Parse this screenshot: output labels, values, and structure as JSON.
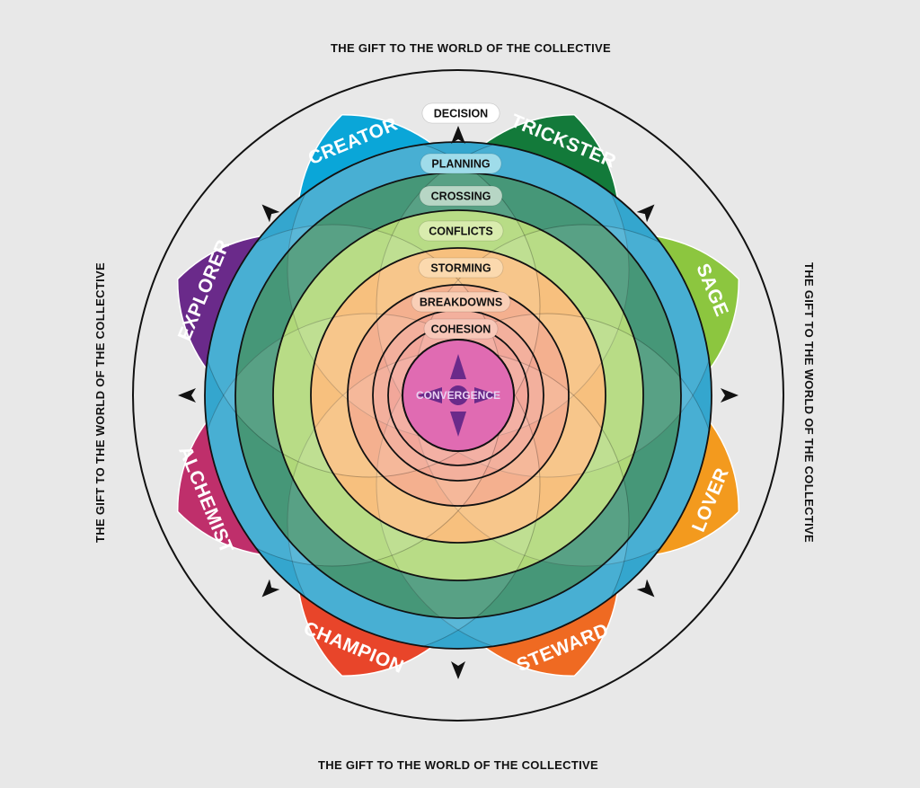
{
  "captions": {
    "top": "THE GIFT TO THE WORLD OF THE COLLECTIVE",
    "bottom": "THE GIFT TO THE WORLD OF THE COLLECTIVE",
    "left": "THE GIFT TO THE WORLD OF THE COLLECTIVE",
    "right": "THE GIFT TO THE WORLD OF THE COLLECTIVE"
  },
  "petals": [
    {
      "label": "CREATOR",
      "color": "#0aa6d8"
    },
    {
      "label": "TRICKSTER",
      "color": "#137a3a"
    },
    {
      "label": "SAGE",
      "color": "#8cc63f"
    },
    {
      "label": "LOVER",
      "color": "#f39a1e"
    },
    {
      "label": "STEWARD",
      "color": "#ef6a22"
    },
    {
      "label": "CHAMPION",
      "color": "#e8452a"
    },
    {
      "label": "ALCHEMIST",
      "color": "#bf2f6b"
    },
    {
      "label": "EXPLORER",
      "color": "#6a2a8a"
    }
  ],
  "stages": [
    {
      "label": "DECISION",
      "ring_color": "none",
      "pill": "#ffffff"
    },
    {
      "label": "PLANNING",
      "ring_color": "#16a4c9",
      "pill": "#9fdcea"
    },
    {
      "label": "CROSSING",
      "ring_color": "#1b7f59",
      "pill": "#b7d6c5"
    },
    {
      "label": "CONFLICTS",
      "ring_color": "#9ed05a",
      "pill": "#d9ecae"
    },
    {
      "label": "STORMING",
      "ring_color": "#f5a94e",
      "pill": "#fbd9ae"
    },
    {
      "label": "BREAKDOWNS",
      "ring_color": "#f08a55",
      "pill": "#f9cfb7"
    },
    {
      "label": "COHESION",
      "ring_color": "#ef7a58",
      "pill": "#f8c7b8"
    }
  ],
  "center": {
    "label": "CONVERGENCE",
    "color": "#e06bb2",
    "arrow_color": "#6a2a8a"
  }
}
